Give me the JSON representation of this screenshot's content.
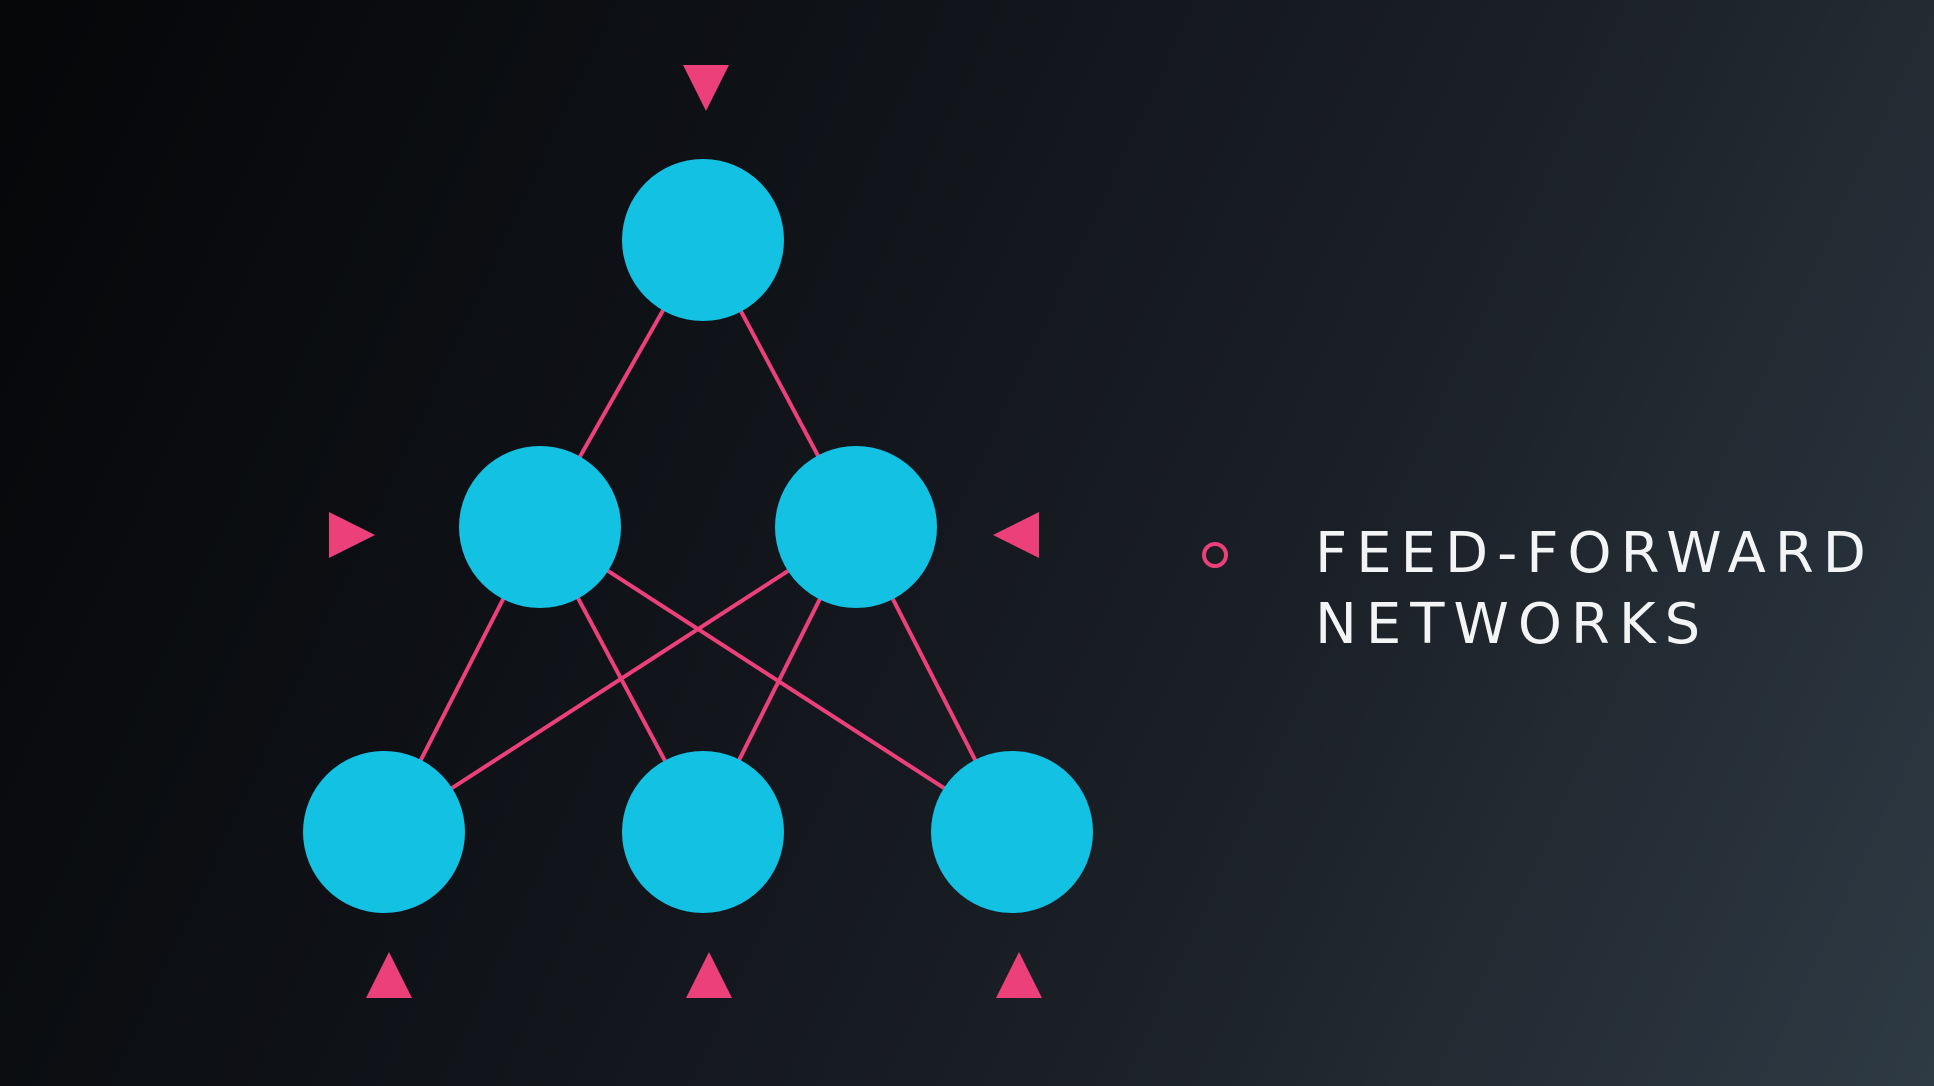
{
  "slide": {
    "caption_lines": [
      "FEED-FORWARD",
      "NETWORKS"
    ],
    "bullet_icon": "circle-bullet-icon"
  },
  "diagram": {
    "node_color": "#13c1e3",
    "edge_color": "#ec407a",
    "arrow_color": "#ec407a",
    "nodes": [
      {
        "id": "top",
        "layer": "output"
      },
      {
        "id": "mid-left",
        "layer": "hidden"
      },
      {
        "id": "mid-right",
        "layer": "hidden"
      },
      {
        "id": "bottom-left",
        "layer": "input"
      },
      {
        "id": "bottom-center",
        "layer": "input"
      },
      {
        "id": "bottom-right",
        "layer": "input"
      }
    ],
    "edges": [
      [
        "mid-left",
        "top"
      ],
      [
        "mid-right",
        "top"
      ],
      [
        "bottom-left",
        "mid-left"
      ],
      [
        "bottom-center",
        "mid-left"
      ],
      [
        "bottom-right",
        "mid-left"
      ],
      [
        "bottom-left",
        "mid-right"
      ],
      [
        "bottom-center",
        "mid-right"
      ],
      [
        "bottom-right",
        "mid-right"
      ]
    ],
    "arrows": [
      {
        "id": "arrow-top",
        "direction": "down"
      },
      {
        "id": "arrow-mid-left",
        "direction": "right"
      },
      {
        "id": "arrow-mid-right",
        "direction": "left"
      },
      {
        "id": "arrow-bottom-left",
        "direction": "up"
      },
      {
        "id": "arrow-bottom-center",
        "direction": "up"
      },
      {
        "id": "arrow-bottom-right",
        "direction": "up"
      }
    ]
  }
}
